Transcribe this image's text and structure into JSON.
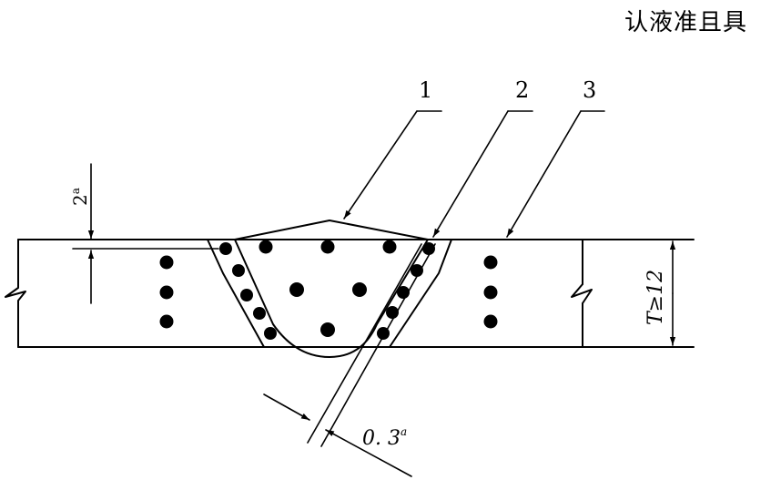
{
  "header": {
    "text": "认液准且具"
  },
  "callouts": {
    "c1": "1",
    "c2": "2",
    "c3": "3"
  },
  "dimensions": {
    "top_base": "2",
    "top_sup": "a",
    "thickness": "T≥12",
    "gap_base": "0. 3",
    "gap_sup": "a"
  }
}
